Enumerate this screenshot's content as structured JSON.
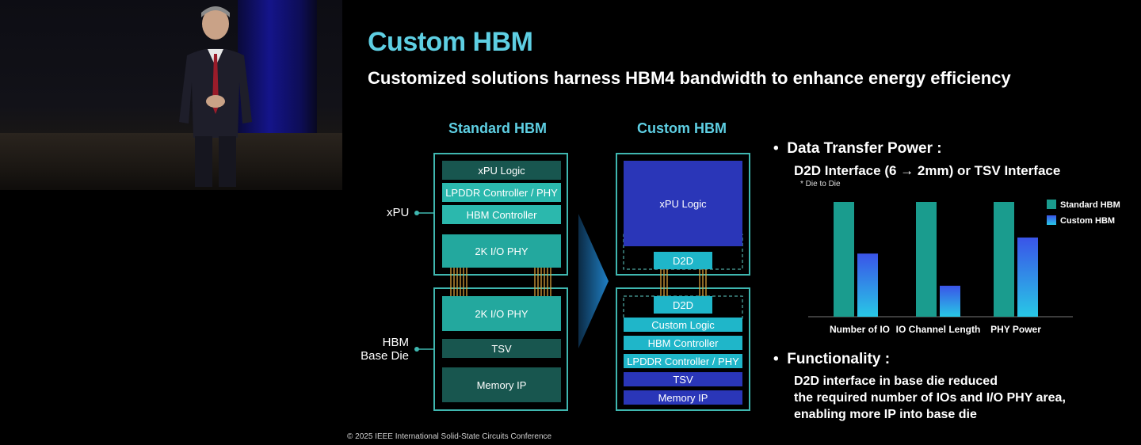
{
  "slide": {
    "title": "Custom HBM",
    "subtitle": "Customized solutions harness HBM4 bandwidth to enhance energy efficiency",
    "footer": "© 2025 IEEE International Solid-State Circuits Conference"
  },
  "standard_hbm": {
    "title": "Standard HBM",
    "xpu_blocks": [
      "xPU Logic",
      "LPDDR Controller / PHY",
      "HBM Controller",
      "2K I/O PHY"
    ],
    "base_blocks": [
      "2K I/O PHY",
      "TSV",
      "Memory IP"
    ]
  },
  "custom_hbm": {
    "title": "Custom HBM",
    "xpu_blocks": [
      "xPU Logic",
      "D2D"
    ],
    "base_blocks": [
      "D2D",
      "Custom Logic",
      "HBM Controller",
      "LPDDR Controller / PHY",
      "TSV",
      "Memory IP"
    ]
  },
  "labels": {
    "xpu": "xPU",
    "hbm_base_die_line1": "HBM",
    "hbm_base_die_line2": "Base Die"
  },
  "info": {
    "bullet1": "Data Transfer Power :",
    "bullet1_sub": "D2D Interface (6 → 2mm) or TSV Interface",
    "note": "* Die to Die",
    "bullet2": "Functionality :",
    "bullet2_lines": [
      "D2D interface in base die reduced",
      "the required number of IOs and I/O PHY area,",
      "enabling more IP into base die"
    ]
  },
  "chart_data": {
    "type": "bar",
    "categories": [
      "Number of IO",
      "IO Channel Length",
      "PHY Power"
    ],
    "series": [
      {
        "name": "Standard HBM",
        "values": [
          1.0,
          1.0,
          1.0
        ],
        "color": "#1a9c8e"
      },
      {
        "name": "Custom HBM",
        "values": [
          0.55,
          0.27,
          0.69
        ],
        "color": "#3a54e8"
      }
    ],
    "ylim": [
      0,
      1
    ],
    "grid": false,
    "legend": "top-right",
    "title": "",
    "xlabel": "",
    "ylabel": ""
  }
}
